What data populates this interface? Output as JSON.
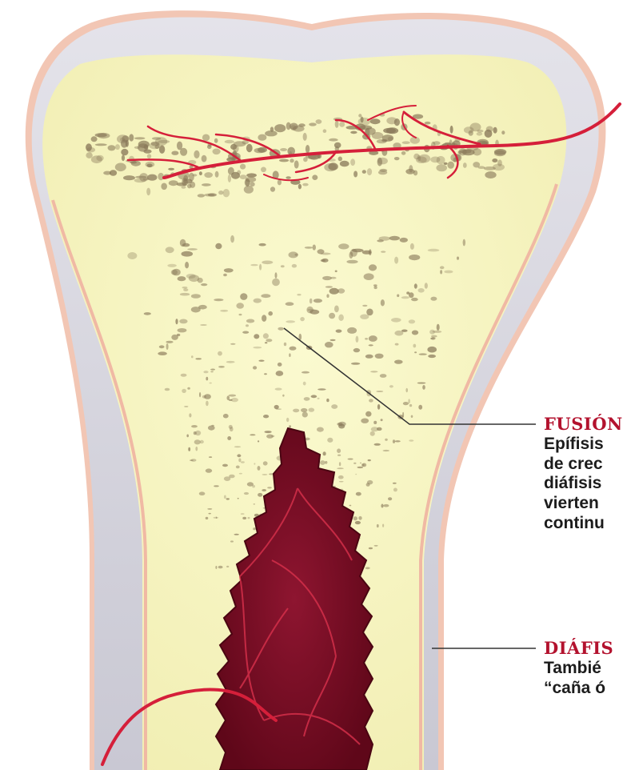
{
  "labels": {
    "fusion": {
      "title": "FUSIÓN",
      "lines": [
        "Epífisis",
        "de crec",
        "diáfisis",
        "vierten",
        "continu"
      ]
    },
    "diafisis": {
      "title": "DIÁFIS",
      "lines": [
        "Tambié",
        "“caña ó"
      ]
    }
  },
  "colors": {
    "title": "#b3122e",
    "text": "#1c1c1c",
    "cartilage": "#d2d1db",
    "bone_matrix": "#f7f5c1",
    "periosteum": "#f0b9a4",
    "marrow": "#7e0b25",
    "vessel": "#d51f3a",
    "pores": "#8a7a5a",
    "leader_line": "#333333"
  }
}
